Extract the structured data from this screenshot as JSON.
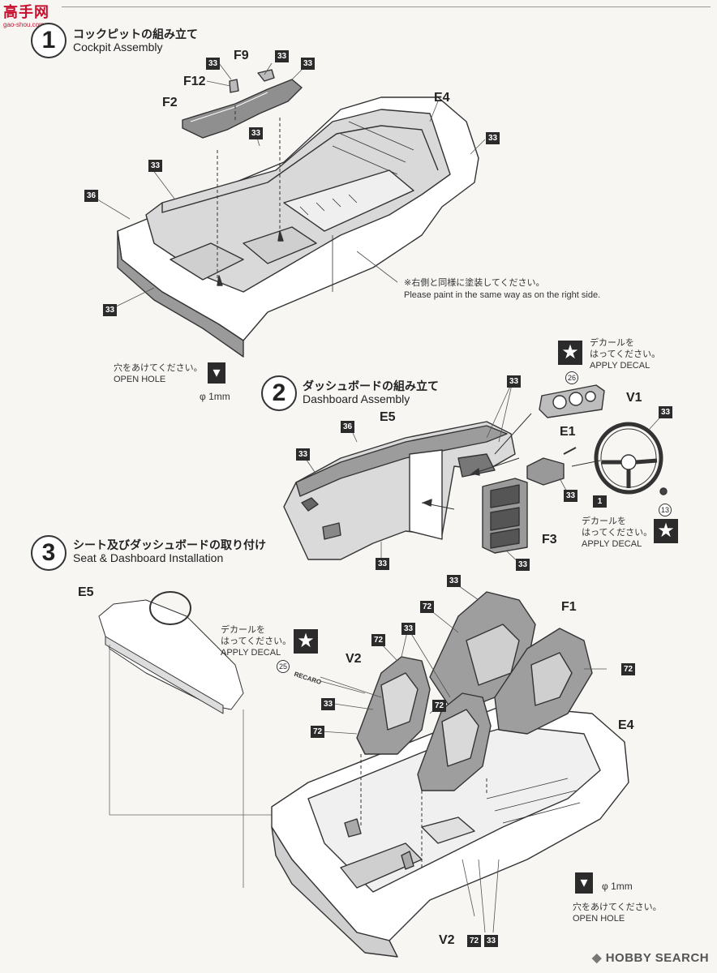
{
  "header": {
    "brand_logo_text": "高手网",
    "brand_url": "gao-shou.com"
  },
  "steps": [
    {
      "number": "1",
      "title_jp": "コックピットの組み立て",
      "title_en": "Cockpit Assembly"
    },
    {
      "number": "2",
      "title_jp": "ダッシュボードの組み立て",
      "title_en": "Dashboard Assembly"
    },
    {
      "number": "3",
      "title_jp": "シート及びダッシュボードの取り付け",
      "title_en": "Seat & Dashboard Installation"
    }
  ],
  "parts": {
    "f9": "F9",
    "f12": "F12",
    "f2": "F2",
    "e4_top": "E4",
    "e5_dash": "E5",
    "e1": "E1",
    "v1": "V1",
    "f3": "F3",
    "e5_left": "E5",
    "f1": "F1",
    "v2_upper": "V2",
    "e4_bottom": "E4",
    "v2_bottom": "V2"
  },
  "color_codes": {
    "c33": "33",
    "c36": "36",
    "c72": "72",
    "c1": "1"
  },
  "notes": {
    "paint_same_jp": "※右側と同様に塗装してください。",
    "paint_same_en": "Please paint in the same way as on the right side.",
    "open_hole_jp": "穴をあけてください。",
    "open_hole_en": "OPEN HOLE",
    "hole_size": "φ 1mm",
    "decal_jp_1": "デカールを",
    "decal_jp_2": "はってください。",
    "decal_en": "APPLY DECAL",
    "decal_26": "26",
    "decal_13": "13",
    "decal_25": "25",
    "recaro": "RECARO"
  },
  "footer": {
    "watermark": "HOBBY SEARCH"
  }
}
